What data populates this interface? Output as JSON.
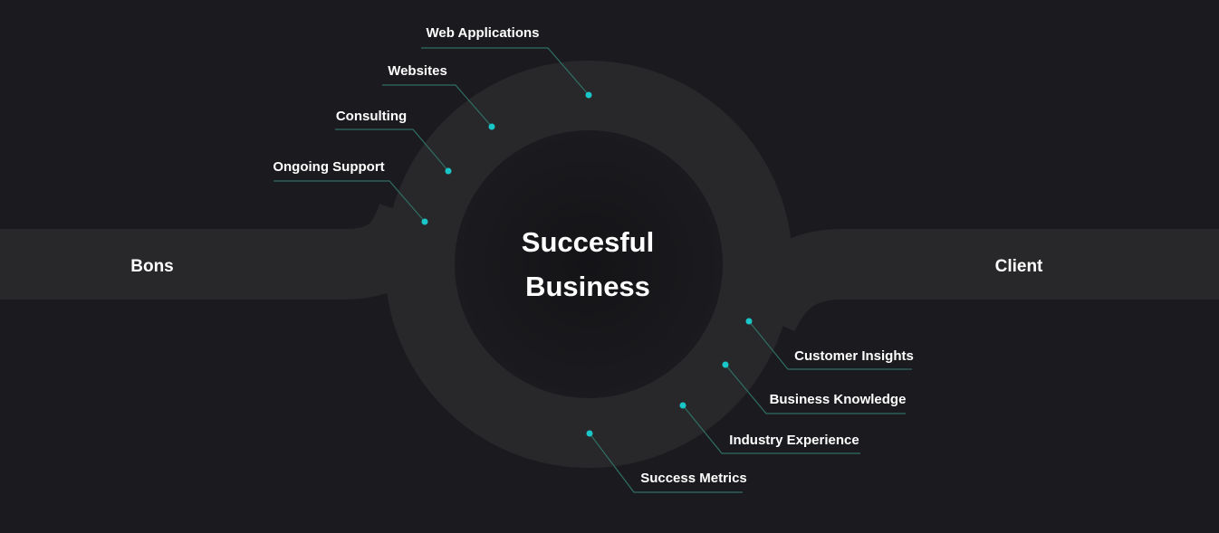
{
  "center": {
    "line1": "Succesful",
    "line2": "Business"
  },
  "endpoints": {
    "left": "Bons",
    "right": "Client"
  },
  "top_labels": [
    "Web Applications",
    "Websites",
    "Consulting",
    "Ongoing Support"
  ],
  "bottom_labels": [
    "Customer Insights",
    "Business Knowledge",
    "Industry Experience",
    "Success Metrics"
  ],
  "colors": {
    "background": "#1b1b1f",
    "ribbon": "#2a2a2b",
    "accent_dot": "#19c7c9",
    "leader_line": "#2f6e64",
    "text": "#ffffff"
  }
}
